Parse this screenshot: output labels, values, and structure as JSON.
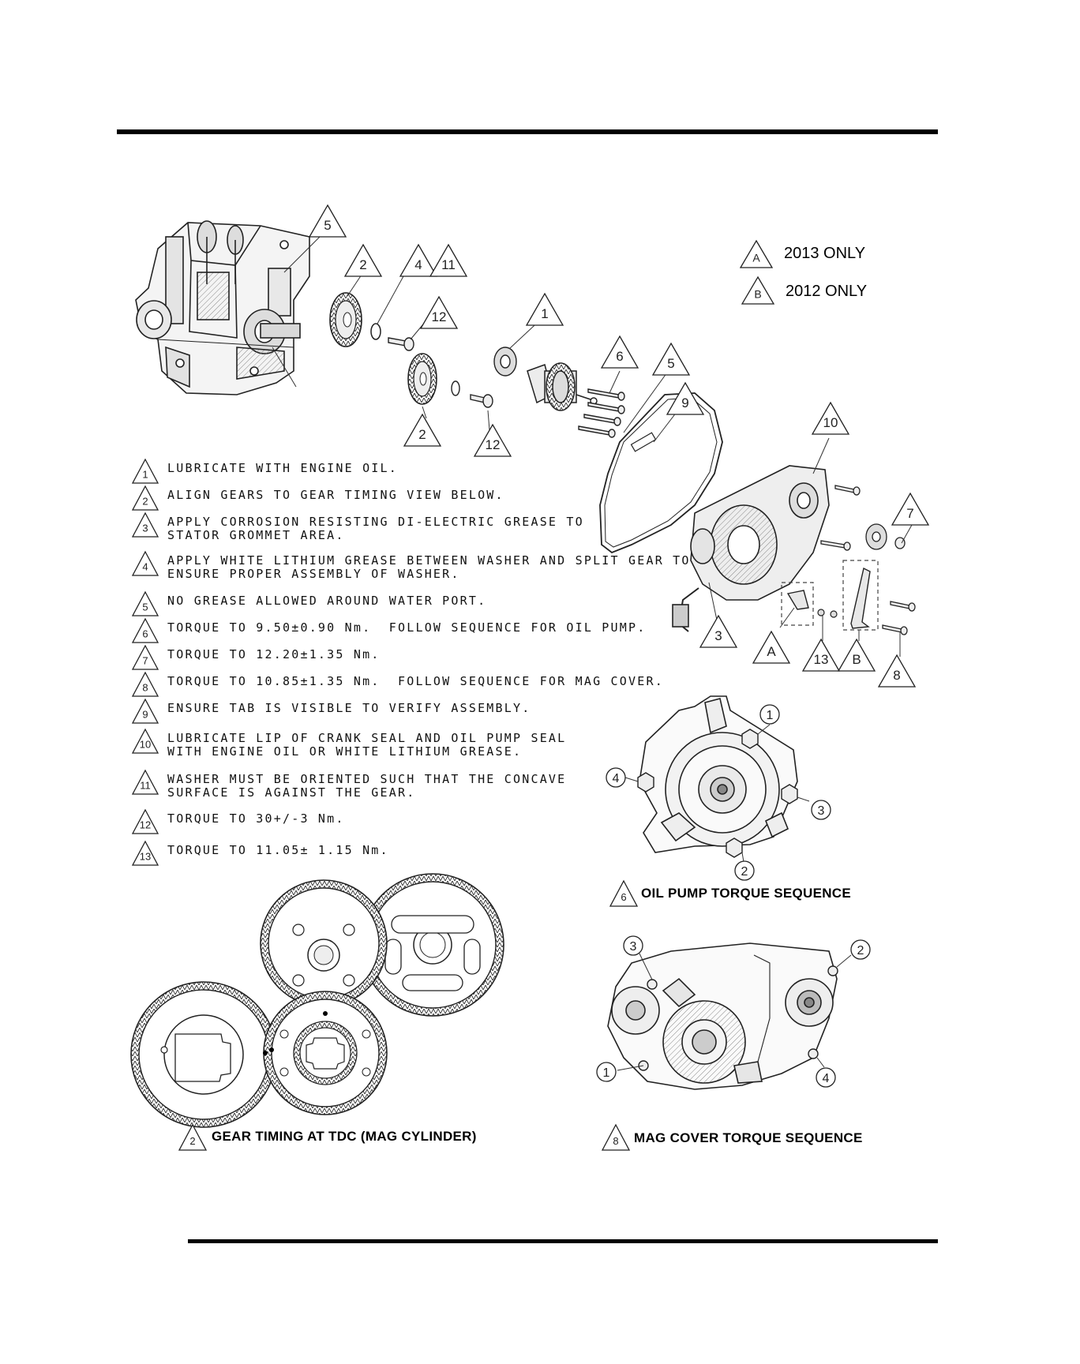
{
  "legend": [
    {
      "key": "A",
      "text": "2013 ONLY"
    },
    {
      "key": "B",
      "text": "2012 ONLY"
    }
  ],
  "notes": [
    {
      "num": "1",
      "lines": [
        "LUBRICATE WITH ENGINE OIL."
      ]
    },
    {
      "num": "2",
      "lines": [
        "ALIGN GEARS TO GEAR TIMING VIEW BELOW."
      ]
    },
    {
      "num": "3",
      "lines": [
        "APPLY CORROSION RESISTING DI-ELECTRIC GREASE TO",
        "STATOR GROMMET AREA."
      ]
    },
    {
      "num": "4",
      "lines": [
        "APPLY WHITE LITHIUM GREASE BETWEEN WASHER AND SPLIT GEAR TO",
        "ENSURE PROPER ASSEMBLY OF WASHER."
      ]
    },
    {
      "num": "5",
      "lines": [
        "NO GREASE ALLOWED AROUND WATER PORT."
      ]
    },
    {
      "num": "6",
      "lines": [
        "TORQUE TO 9.50±0.90 Nm.  FOLLOW SEQUENCE FOR OIL PUMP."
      ]
    },
    {
      "num": "7",
      "lines": [
        "TORQUE TO 12.20±1.35 Nm."
      ]
    },
    {
      "num": "8",
      "lines": [
        "TORQUE TO 10.85±1.35 Nm.  FOLLOW SEQUENCE FOR MAG COVER."
      ]
    },
    {
      "num": "9",
      "lines": [
        "ENSURE TAB IS VISIBLE TO VERIFY ASSEMBLY."
      ]
    },
    {
      "num": "10",
      "lines": [
        "LUBRICATE LIP OF CRANK SEAL AND OIL PUMP SEAL",
        "WITH ENGINE OIL OR WHITE LITHIUM GREASE."
      ]
    },
    {
      "num": "11",
      "lines": [
        "WASHER MUST BE ORIENTED SUCH THAT THE CONCAVE",
        "SURFACE IS AGAINST THE GEAR."
      ]
    },
    {
      "num": "12",
      "lines": [
        "TORQUE TO 30+/-3 Nm."
      ]
    },
    {
      "num": "13",
      "lines": [
        "TORQUE TO 11.05± 1.15 Nm."
      ]
    }
  ],
  "callouts": {
    "c5a": "5",
    "c2a": "2",
    "c4": "4",
    "c11": "11",
    "c12a": "12",
    "c1": "1",
    "c2b": "2",
    "c12b": "12",
    "c6": "6",
    "c5b": "5",
    "c9": "9",
    "c10": "10",
    "c7": "7",
    "c3": "3",
    "cA": "A",
    "c13": "13",
    "cB": "B",
    "c8": "8"
  },
  "oil_pump_sequence": {
    "caption_num": "6",
    "caption": "OIL PUMP TORQUE SEQUENCE",
    "points": [
      "1",
      "2",
      "3",
      "4"
    ]
  },
  "mag_cover_sequence": {
    "caption_num": "8",
    "caption": "MAG COVER TORQUE SEQUENCE",
    "points": [
      "1",
      "2",
      "3",
      "4"
    ]
  },
  "gear_timing": {
    "caption_num": "2",
    "caption": "GEAR TIMING AT TDC (MAG CYLINDER)"
  }
}
